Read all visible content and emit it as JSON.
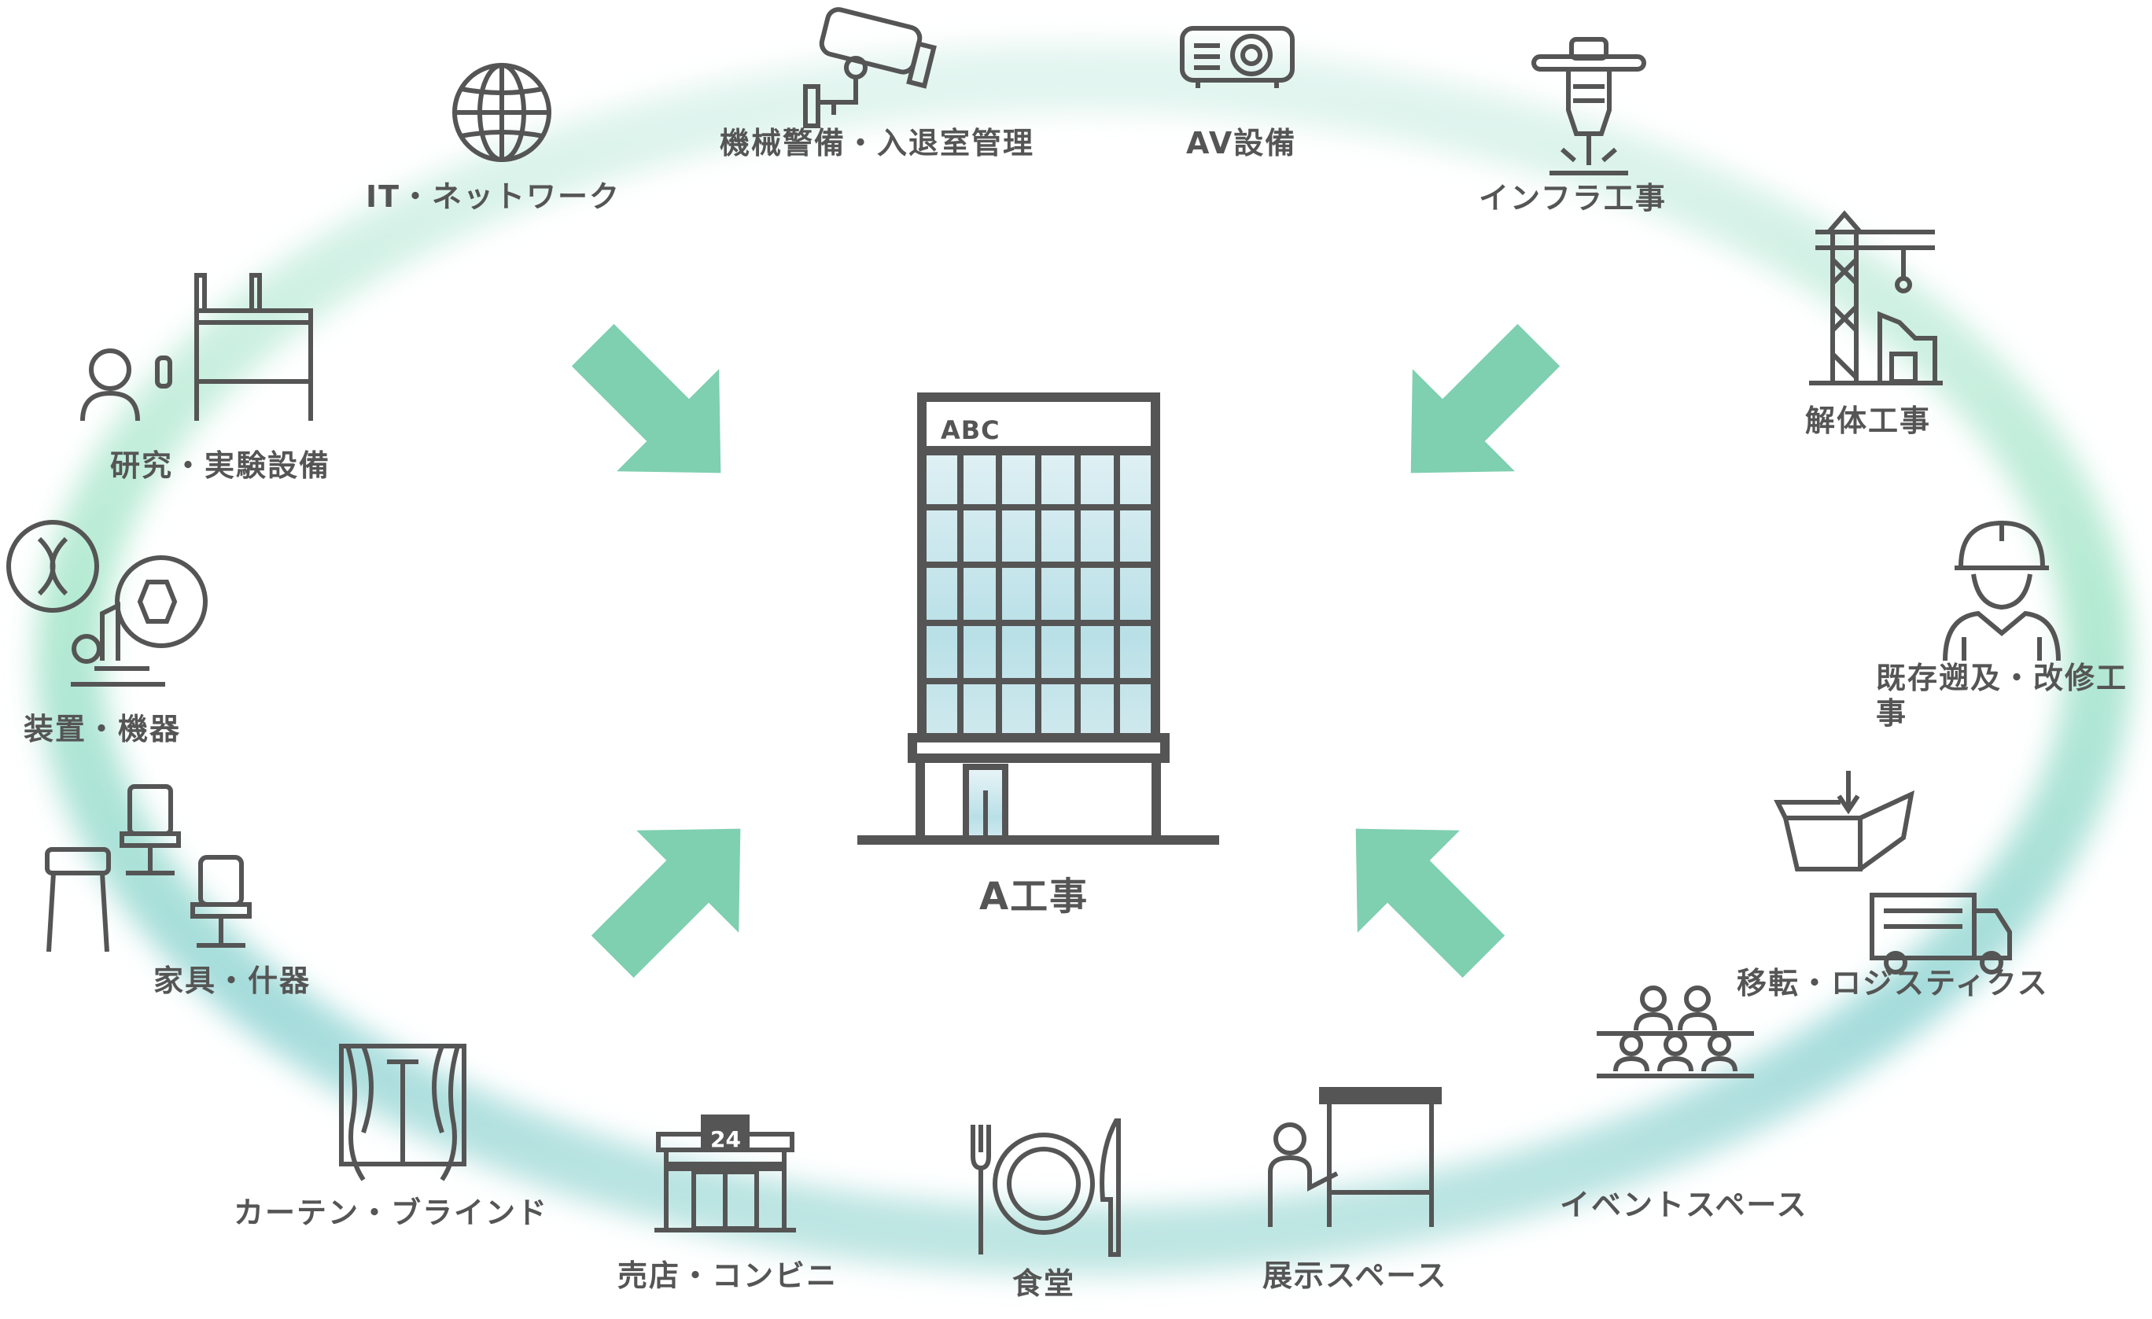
{
  "center": {
    "building_sign": "ABC",
    "label": "A工事"
  },
  "items": [
    {
      "id": "it",
      "label": "IT・ネットワーク",
      "icon": "globe-icon"
    },
    {
      "id": "security",
      "label": "機械警備・入退室管理",
      "icon": "security-camera-icon"
    },
    {
      "id": "av",
      "label": "AV設備",
      "icon": "projector-icon"
    },
    {
      "id": "infra",
      "label": "インフラ工事",
      "icon": "jackhammer-icon"
    },
    {
      "id": "demolition",
      "label": "解体工事",
      "icon": "crane-icon"
    },
    {
      "id": "renovation",
      "label_line1": "既存遡及・改修工",
      "label_line2": "事",
      "icon": "worker-icon"
    },
    {
      "id": "logistics",
      "label": "移転・ロジスティクス",
      "icon": "box-truck-icon"
    },
    {
      "id": "event",
      "label": "イベントスペース",
      "icon": "audience-icon"
    },
    {
      "id": "exhibit",
      "label": "展示スペース",
      "icon": "presenter-board-icon"
    },
    {
      "id": "cafeteria",
      "label": "食堂",
      "icon": "plate-cutlery-icon"
    },
    {
      "id": "store",
      "label": "売店・コンビニ",
      "icon": "convenience-store-icon",
      "store_sign": "24"
    },
    {
      "id": "curtain",
      "label": "カーテン・ブラインド",
      "icon": "curtain-icon"
    },
    {
      "id": "furniture",
      "label": "家具・什器",
      "icon": "chairs-icon"
    },
    {
      "id": "equipment",
      "label": "装置・機器",
      "icon": "microscope-dna-icon"
    },
    {
      "id": "research",
      "label": "研究・実験設備",
      "icon": "scientist-lab-icon"
    }
  ],
  "colors": {
    "arrow": "#7fcfb1",
    "icon_stroke": "#555555",
    "label_text": "#555555",
    "ring_mint": "#a8e6cc",
    "ring_aqua": "#9dd8d8",
    "glass_light": "#e8f4f7",
    "glass_dark": "#a8d8e0"
  }
}
